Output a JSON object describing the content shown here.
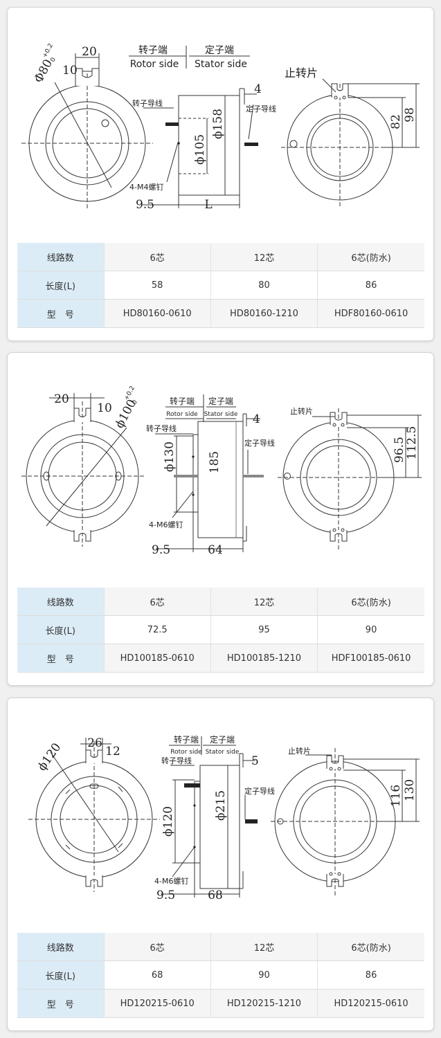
{
  "table_headers": {
    "circuits": "线路数",
    "length": "长度(L)",
    "model": "型　号"
  },
  "sections": [
    {
      "drawing": {
        "rotor_side_cn": "转子端",
        "rotor_side_en": "Rotor side",
        "stator_side_cn": "定子端",
        "stator_side_en": "Stator side",
        "rotor_wire": "转子导线",
        "stator_wire": "定子导线",
        "stop_tab": "止转片",
        "screws": "4-M4螺钉",
        "dim_outer": "Φ80",
        "dim_outer_tol_upper": "+0.2",
        "dim_outer_tol_lower": "0",
        "dim_tab_width": "20",
        "dim_tab_slot": "10",
        "dim_bore": "ϕ105",
        "dim_body": "ϕ158",
        "dim_flange": "4",
        "dim_offset": "9.5",
        "dim_length": "L",
        "dim_tab_inner": "82",
        "dim_tab_outer": "98"
      },
      "rows": [
        [
          "6芯",
          "12芯",
          "6芯(防水)"
        ],
        [
          "58",
          "80",
          "86"
        ],
        [
          "HD80160-0610",
          "HD80160-1210",
          "HDF80160-0610"
        ]
      ]
    },
    {
      "drawing": {
        "rotor_side_cn": "转子端",
        "rotor_side_en": "Rotor side",
        "stator_side_cn": "定子端",
        "stator_side_en": "Stator side",
        "rotor_wire": "转子导线",
        "stator_wire": "定子导线",
        "stop_tab": "止转片",
        "screws": "4-M6螺钉",
        "dim_outer": "ϕ100",
        "dim_outer_tol_upper": "+0.2",
        "dim_outer_tol_lower": "0",
        "dim_tab_width": "20",
        "dim_tab_slot": "10",
        "dim_bore": "ϕ130",
        "dim_body": "185",
        "dim_flange": "4",
        "dim_offset": "9.5",
        "dim_length": "64",
        "dim_tab_inner": "96.5",
        "dim_tab_outer": "112.5"
      },
      "rows": [
        [
          "6芯",
          "12芯",
          "6芯(防水)"
        ],
        [
          "72.5",
          "95",
          "90"
        ],
        [
          "HD100185-0610",
          "HD100185-1210",
          "HDF100185-0610"
        ]
      ]
    },
    {
      "drawing": {
        "rotor_side_cn": "转子端",
        "rotor_side_en": "Rotor side",
        "stator_side_cn": "定子端",
        "stator_side_en": "Stator side",
        "rotor_wire": "转子导线",
        "stator_wire": "定子导线",
        "stop_tab": "止转片",
        "screws": "4-M6螺钉",
        "dim_outer": "ϕ120",
        "dim_outer_tol_upper": "",
        "dim_outer_tol_lower": "",
        "dim_tab_width": "26",
        "dim_tab_slot": "12",
        "dim_bore": "ϕ120",
        "dim_body": "ϕ215",
        "dim_flange": "5",
        "dim_offset": "9.5",
        "dim_length": "68",
        "dim_tab_inner": "116",
        "dim_tab_outer": "130"
      },
      "rows": [
        [
          "6芯",
          "12芯",
          "6芯(防水)"
        ],
        [
          "68",
          "90",
          "86"
        ],
        [
          "HD120215-0610",
          "HD120215-1210",
          "HD120215-0610"
        ]
      ]
    }
  ]
}
